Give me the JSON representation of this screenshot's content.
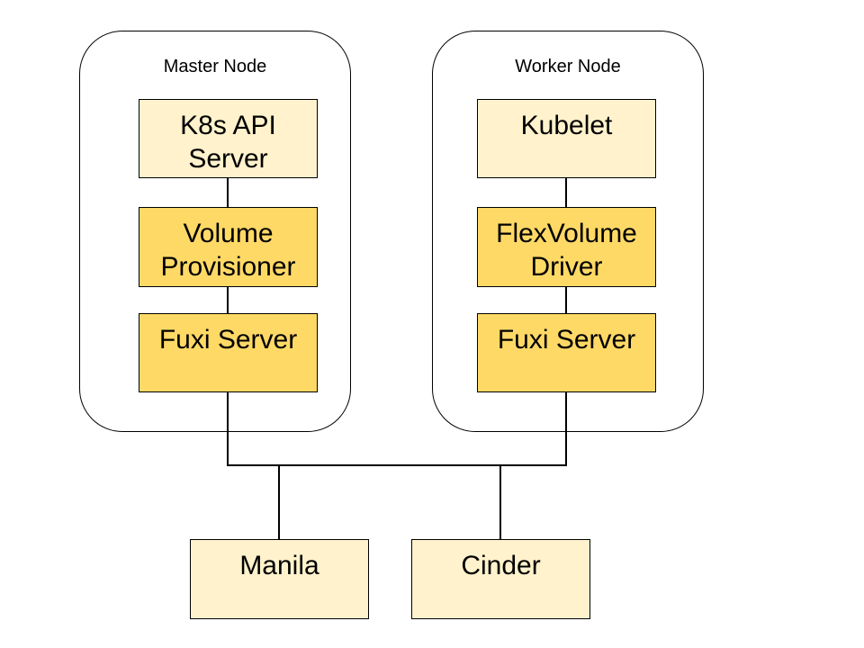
{
  "colors": {
    "light_fill": "#fff2cc",
    "dark_fill": "#ffd966",
    "stroke": "#000000"
  },
  "master_node": {
    "title": "Master Node",
    "components": [
      {
        "line1": "K8s API",
        "line2": "Server"
      },
      {
        "line1": "Volume",
        "line2": "Provisioner"
      },
      {
        "line1": "Fuxi Server",
        "line2": ""
      }
    ]
  },
  "worker_node": {
    "title": "Worker Node",
    "components": [
      {
        "line1": "Kubelet",
        "line2": ""
      },
      {
        "line1": "FlexVolume",
        "line2": "Driver"
      },
      {
        "line1": "Fuxi Server",
        "line2": ""
      }
    ]
  },
  "backends": [
    {
      "label": "Manila"
    },
    {
      "label": "Cinder"
    }
  ]
}
